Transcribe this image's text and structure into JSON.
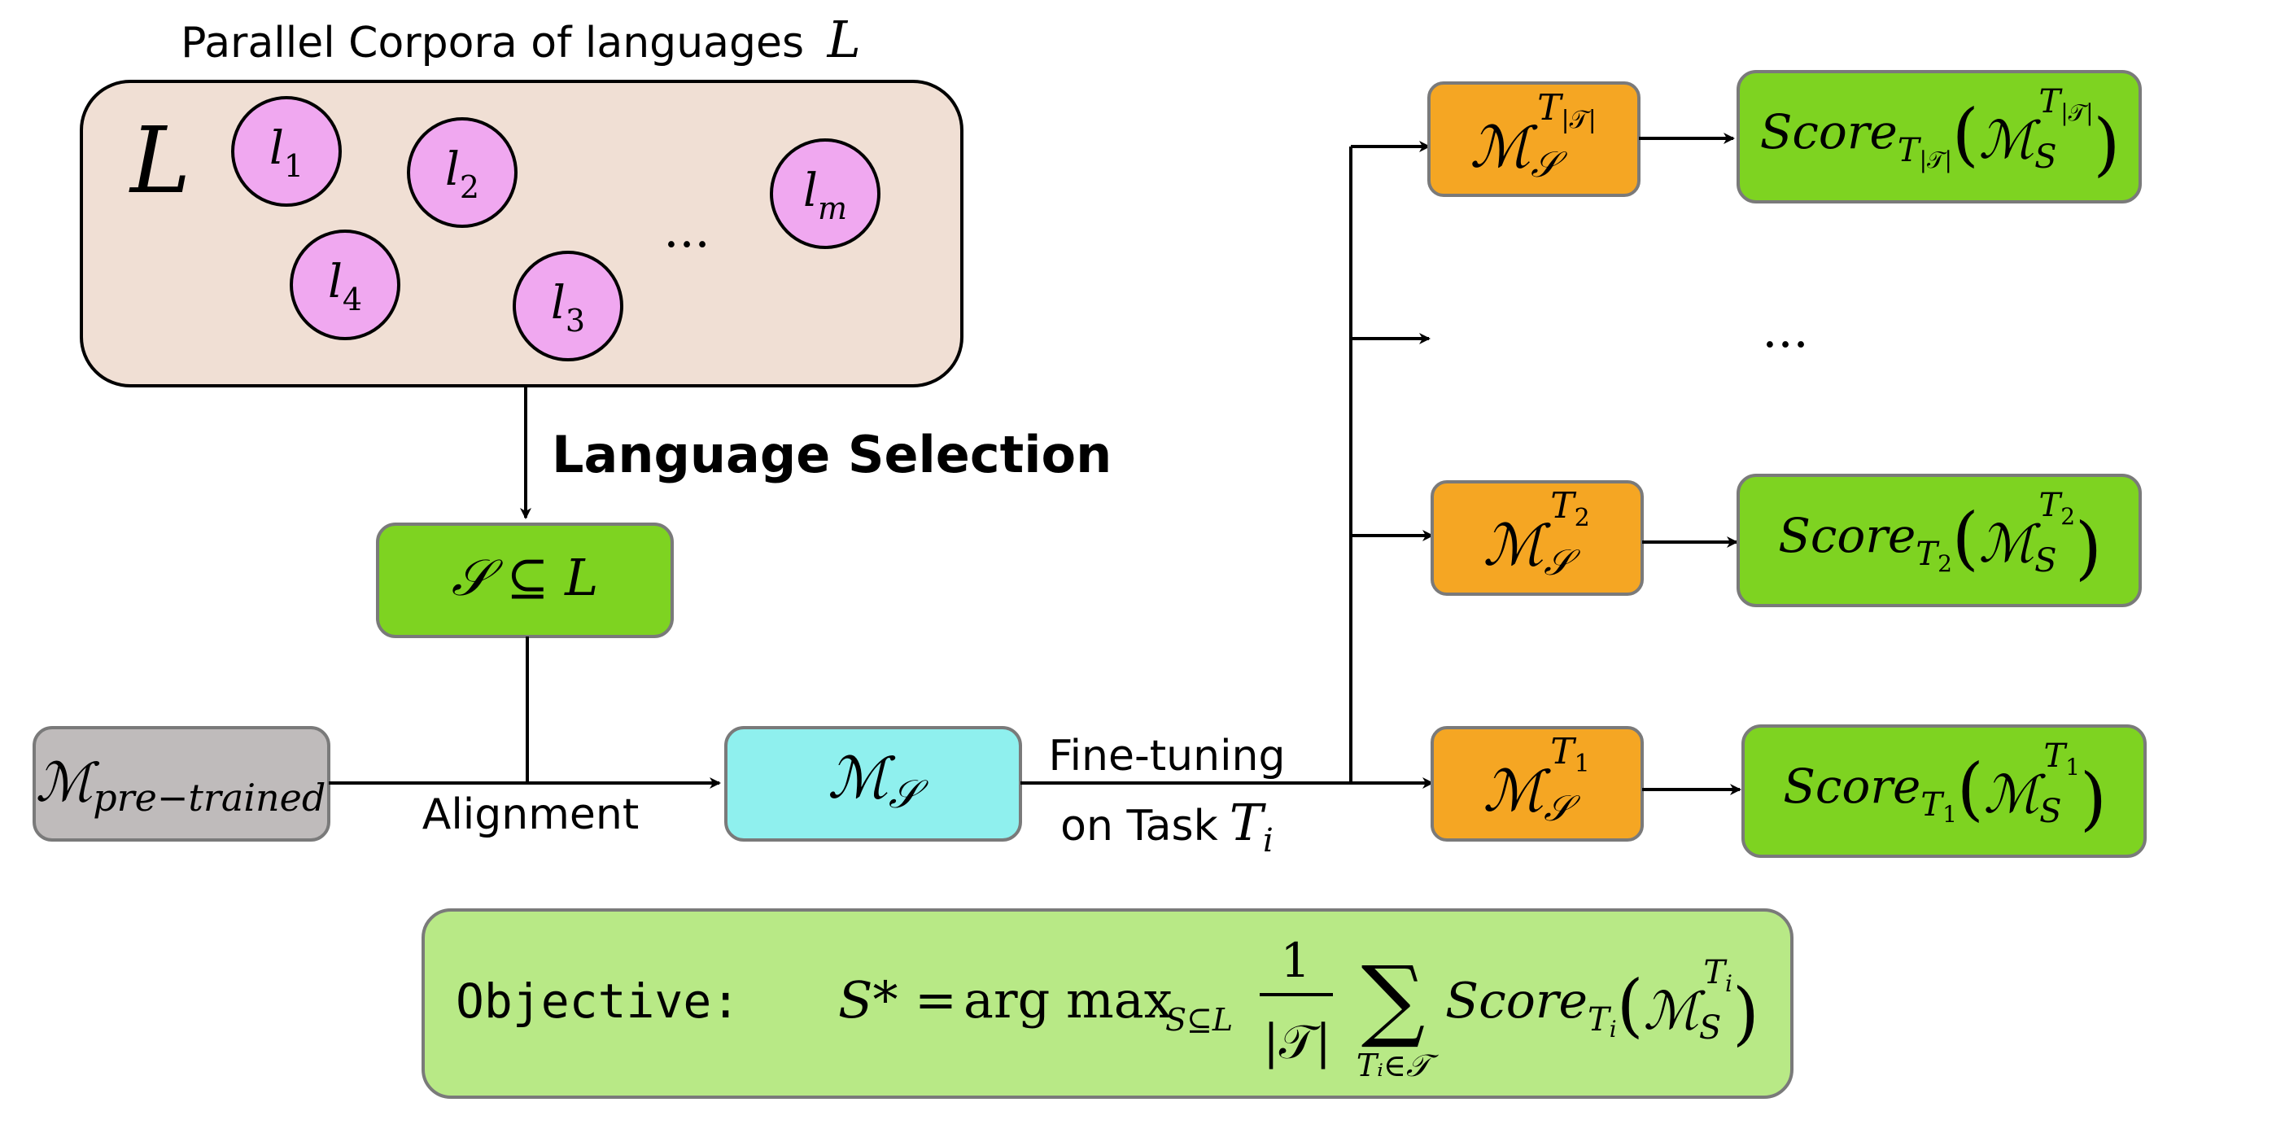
{
  "colors": {
    "corpus_fill": "#f0dfd4",
    "language_fill": "#f0a8f0",
    "subset_fill": "#7ed321",
    "pretrained_fill": "#bfbbbb",
    "aligned_fill": "#8ff0ee",
    "task_model_fill": "#f5a623",
    "score_fill": "#7ed321",
    "objective_fill": "#b8e986"
  },
  "corpus": {
    "title_prefix": "Parallel Corpora of languages",
    "title_symbol": "L",
    "box_symbol": "L",
    "languages": [
      {
        "base": "l",
        "sub": "1"
      },
      {
        "base": "l",
        "sub": "2"
      },
      {
        "base": "l",
        "sub": "4"
      },
      {
        "base": "l",
        "sub": "3"
      },
      {
        "base": "l",
        "sub": "m"
      }
    ],
    "ellipsis": "..."
  },
  "selection": {
    "label": "Language Selection",
    "subset_formula": "𝒮 ⊆ L"
  },
  "pretrained": {
    "symbol": "ℳ",
    "subscript": "pre−trained"
  },
  "alignment": {
    "label": "Alignment"
  },
  "aligned_model": {
    "symbol": "ℳ",
    "subscript": "𝒮"
  },
  "finetune": {
    "line1": "Fine-tuning",
    "line2_prefix": "on Task",
    "task_base": "T",
    "task_sub": "i"
  },
  "task_models": [
    {
      "symbol": "ℳ",
      "sub": "𝒮",
      "sup_base": "T",
      "sup_sub": "|𝒯|"
    },
    {
      "symbol": "ℳ",
      "sub": "𝒮",
      "sup_base": "T",
      "sup_sub": "2"
    },
    {
      "symbol": "ℳ",
      "sub": "𝒮",
      "sup_base": "T",
      "sup_sub": "1"
    }
  ],
  "scores": [
    {
      "prefix": "Score",
      "task_base": "T",
      "task_sub": "|𝒯|",
      "symbol": "ℳ",
      "sub": "S",
      "sup_base": "T",
      "sup_sub": "|𝒯|"
    },
    {
      "prefix": "Score",
      "task_base": "T",
      "task_sub": "2",
      "symbol": "ℳ",
      "sub": "S",
      "sup_base": "T",
      "sup_sub": "2"
    },
    {
      "prefix": "Score",
      "task_base": "T",
      "task_sub": "1",
      "symbol": "ℳ",
      "sub": "S",
      "sup_base": "T",
      "sup_sub": "1"
    }
  ],
  "middle_ellipsis": "...",
  "objective": {
    "label": "Objective:",
    "lhs": "S*",
    "equals": "=",
    "argmax": "arg max",
    "argmax_sub": "S⊆L",
    "fraction_num": "1",
    "fraction_den": "|𝒯|",
    "sum_symbol": "∑",
    "sum_sub": "Tᵢ∈𝒯",
    "score_prefix": "Score",
    "score_task_base": "T",
    "score_task_sub": "i",
    "model_symbol": "ℳ",
    "model_sub": "S",
    "model_sup_base": "T",
    "model_sup_sub": "i"
  }
}
